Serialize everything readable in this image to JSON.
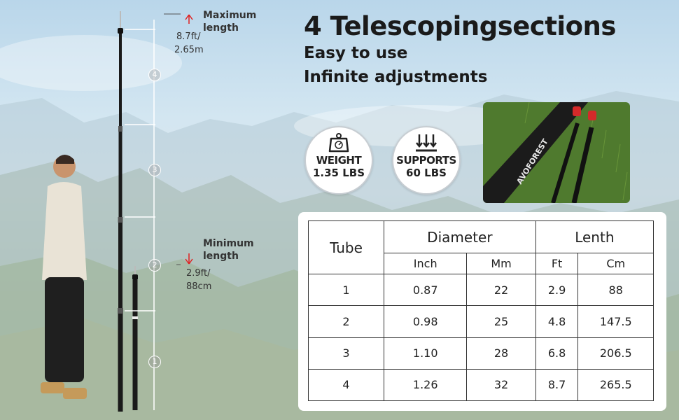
{
  "headline": "4 Telescopingsections",
  "sublines": [
    "Easy to use",
    "Infinite adjustments"
  ],
  "badges": [
    {
      "icon": "scale-icon",
      "label": "WEIGHT",
      "value": "1.35 LBS"
    },
    {
      "icon": "down-arrows-icon",
      "label": "SUPPORTS",
      "value": "60 LBS"
    }
  ],
  "photo": {
    "brand": "AVOFOREST"
  },
  "ruler": {
    "max_label": "Maximum length",
    "max_value_ft": "8.7ft/",
    "max_value_m": "2.65m",
    "min_label": "Minimum length",
    "min_value_ft": "2.9ft/",
    "min_value_cm": "88cm",
    "sections": [
      "1",
      "2",
      "3",
      "4"
    ]
  },
  "table": {
    "col_tube": "Tube",
    "group_diameter": "Diameter",
    "group_length": "Lenth",
    "units": [
      "Inch",
      "Mm",
      "Ft",
      "Cm"
    ],
    "rows": [
      [
        "1",
        "0.87",
        "22",
        "2.9",
        "88"
      ],
      [
        "2",
        "0.98",
        "25",
        "4.8",
        "147.5"
      ],
      [
        "3",
        "1.10",
        "28",
        "6.8",
        "206.5"
      ],
      [
        "4",
        "1.26",
        "32",
        "8.7",
        "265.5"
      ]
    ]
  }
}
